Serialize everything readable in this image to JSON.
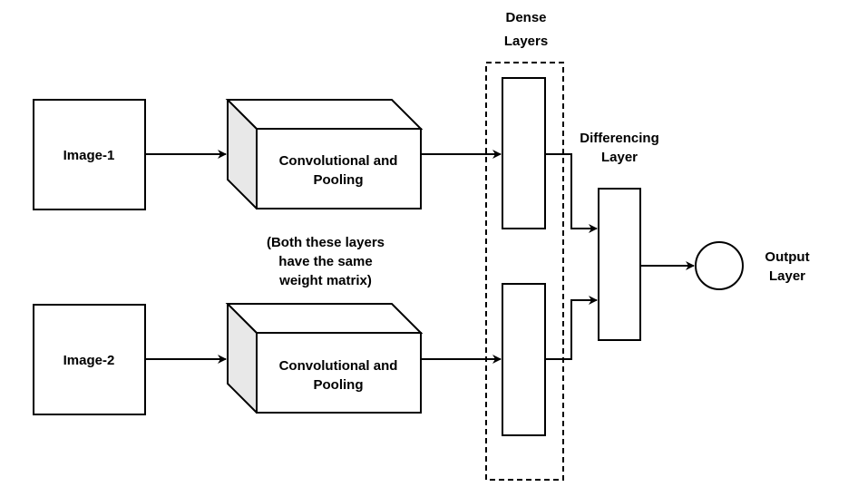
{
  "nodes": {
    "image1": {
      "label": "Image-1"
    },
    "image2": {
      "label": "Image-2"
    },
    "conv1": {
      "line1": "Convolutional and",
      "line2": "Pooling"
    },
    "conv2": {
      "line1": "Convolutional and",
      "line2": "Pooling"
    },
    "dense_group": {
      "line1": "Dense",
      "line2": "Layers"
    },
    "differencing": {
      "line1": "Differencing",
      "line2": "Layer"
    },
    "output": {
      "line1": "Output",
      "line2": "Layer"
    }
  },
  "annotation": {
    "line1": "(Both these layers",
    "line2": "have the same",
    "line3": "weight matrix)"
  },
  "colors": {
    "stroke": "#000000",
    "fill": "#ffffff",
    "side_face": "#e8e8e8"
  }
}
